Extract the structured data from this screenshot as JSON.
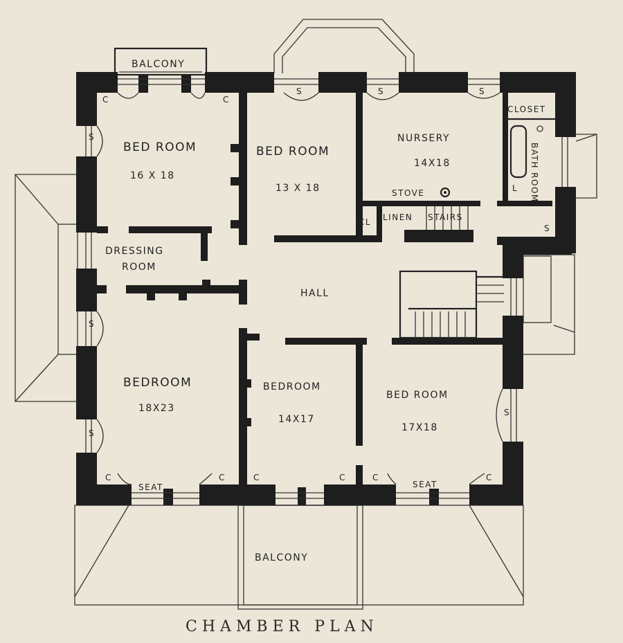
{
  "plan": {
    "title": "CHAMBER PLAN",
    "rooms": {
      "bedroom_nw": {
        "name": "BED ROOM",
        "size": "16 X 18"
      },
      "bedroom_n": {
        "name": "BED ROOM",
        "size": "13 X 18"
      },
      "nursery": {
        "name": "NURSERY",
        "size": "14X18"
      },
      "dressing": {
        "name_line1": "DRESSING",
        "name_line2": "ROOM"
      },
      "hall": {
        "name": "HALL"
      },
      "bedroom_sw": {
        "name": "BEDROOM",
        "size": "18X23"
      },
      "bedroom_s": {
        "name": "BEDROOM",
        "size": "14X17"
      },
      "bedroom_se": {
        "name": "BED ROOM",
        "size": "17X18"
      },
      "bath": {
        "name": "BATH ROOM"
      }
    },
    "features": {
      "balcony_top": "BALCONY",
      "balcony_bottom": "BALCONY",
      "closet": "CLOSET",
      "stove": "STOVE",
      "linen": "LINEN",
      "stairs": "STAIRS",
      "cl": "CL",
      "seat": "SEAT",
      "closet_mark": "C",
      "sink_mark": "S",
      "lav_mark": "L"
    }
  }
}
